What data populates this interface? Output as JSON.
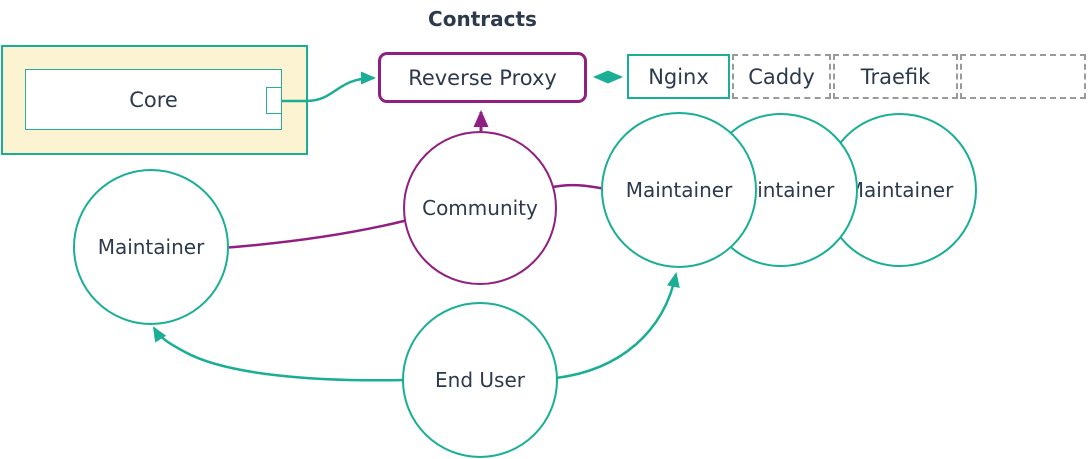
{
  "title": "Contracts",
  "core": {
    "label": "Core"
  },
  "reverse_proxy": {
    "label": "Reverse Proxy"
  },
  "proxy_table": {
    "cells": [
      "Nginx",
      "Caddy",
      "Traefik",
      ""
    ]
  },
  "circles": {
    "community": "Community",
    "maintainer_left": "Maintainer",
    "end_user": "End User",
    "maintainers_right": [
      "Maintainer",
      "Maintainer",
      "Maintainer"
    ]
  },
  "edges": [
    {
      "from": "Core",
      "to": "Reverse Proxy",
      "color": "teal",
      "arrows": "end"
    },
    {
      "from": "Reverse Proxy",
      "to": "Nginx",
      "color": "teal",
      "arrows": "both"
    },
    {
      "from": "Community",
      "to": "Reverse Proxy",
      "color": "purple",
      "arrows": "end"
    },
    {
      "from": "Community",
      "to": "Maintainer (left)",
      "color": "purple",
      "arrows": "none"
    },
    {
      "from": "Community",
      "to": "Maintainer (right)",
      "color": "purple",
      "arrows": "none"
    },
    {
      "from": "End User",
      "to": "Maintainer (left)",
      "color": "teal",
      "arrows": "end"
    },
    {
      "from": "End User",
      "to": "Maintainer (right)",
      "color": "teal",
      "arrows": "end"
    }
  ],
  "colors": {
    "teal": "#1aae94",
    "purple": "#911f81",
    "group_fill": "#fbf3d1",
    "text": "#2d3a4d",
    "dashed_border": "#9a9a9a"
  }
}
